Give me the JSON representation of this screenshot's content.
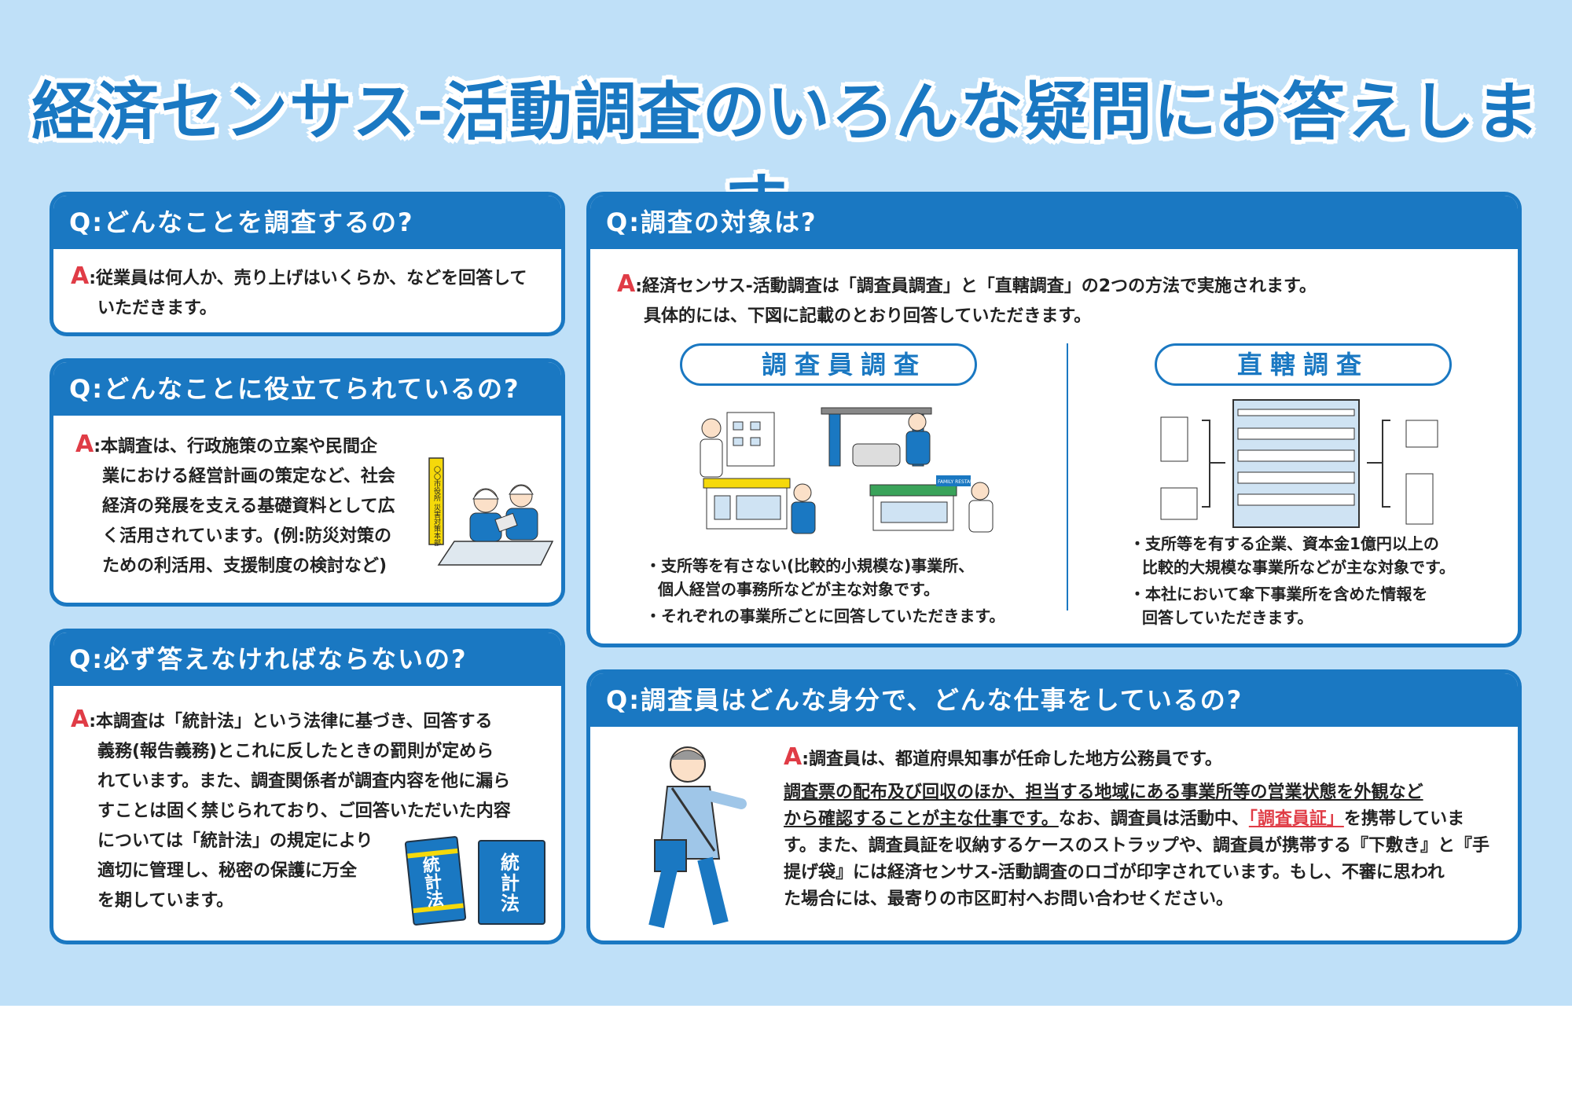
{
  "title": "経済センサス‐活動調査のいろんな疑問にお答えします。",
  "cards": {
    "q1": {
      "q": "Q:どんなことを調査するの?",
      "a_mark": "A",
      "a_lines": [
        ":従業員は何人か、売り上げはいくらか、などを回答して",
        "いただきます。"
      ]
    },
    "q2": {
      "q": "Q:どんなことに役立てられているの?",
      "a_mark": "A",
      "a_lines": [
        ":本調査は、行政施策の立案や民間企",
        "業における経営計画の策定など、社会",
        "経済の発展を支える基礎資料として広",
        "く活用されています。(例:防災対策の",
        "ための利活用、支援制度の検討など)"
      ],
      "sign": "〇〇市役所 災害対策本部"
    },
    "q3": {
      "q": "Q:必ず答えなければならないの?",
      "a_mark": "A",
      "a_lines": [
        ":本調査は「統計法」という法律に基づき、回答する",
        "義務(報告義務)とこれに反したときの罰則が定めら",
        "れています。また、調査関係者が調査内容を他に漏ら",
        "すことは固く禁じられており、ご回答いただいた内容",
        "については「統計法」の規定により",
        "適切に管理し、秘密の保護に万全",
        "を期しています。"
      ],
      "book": "統計法"
    },
    "q4": {
      "q": "Q:調査の対象は?",
      "a_mark": "A",
      "a_lines": [
        ":経済センサス‐活動調査は「調査員調査」と「直轄調査」の2つの方法で実施されます。",
        "具体的には、下図に記載のとおり回答していただきます。"
      ],
      "left_pill": "調査員調査",
      "right_pill": "直轄調査",
      "restaurant": "FAMILY RESTAURANT",
      "left_notes": [
        "・支所等を有さない(比較的小規模な)事業所、",
        "個人経営の事務所などが主な対象です。",
        "・それぞれの事業所ごとに回答していただきます。"
      ],
      "right_notes": [
        "・支所等を有する企業、資本金1億円以上の",
        "比較的大規模な事業所などが主な対象です。",
        "・本社において傘下事業所を含めた情報を",
        "回答していただきます。"
      ]
    },
    "q5": {
      "q": "Q:調査員はどんな身分で、どんな仕事をしているの?",
      "a_mark": "A",
      "a_text": ":調査員は、都道府県知事が任命した地方公務員です。",
      "body_ul1": "調査票の配布及び回収のほか、担当する地域にある事業所等の営業状態を外観など",
      "body_ul2": "から確認することが主な仕事です。",
      "body_2b": "なお、調査員は活動中、",
      "body_red": "「調査員証」",
      "body_2c": "を携帯していま",
      "body_3": "す。また、調査員証を収納するケースのストラップや、調査員が携帯する『下敷き』と『手",
      "body_4": "提げ袋』には経済センサス‐活動調査のロゴが印字されています。もし、不審に思われ",
      "body_5": "た場合には、最寄りの市区町村へお問い合わせください。"
    }
  },
  "colors": {
    "primary": "#1a78c2",
    "accent": "#e03c46",
    "background": "#bfe0f8"
  }
}
